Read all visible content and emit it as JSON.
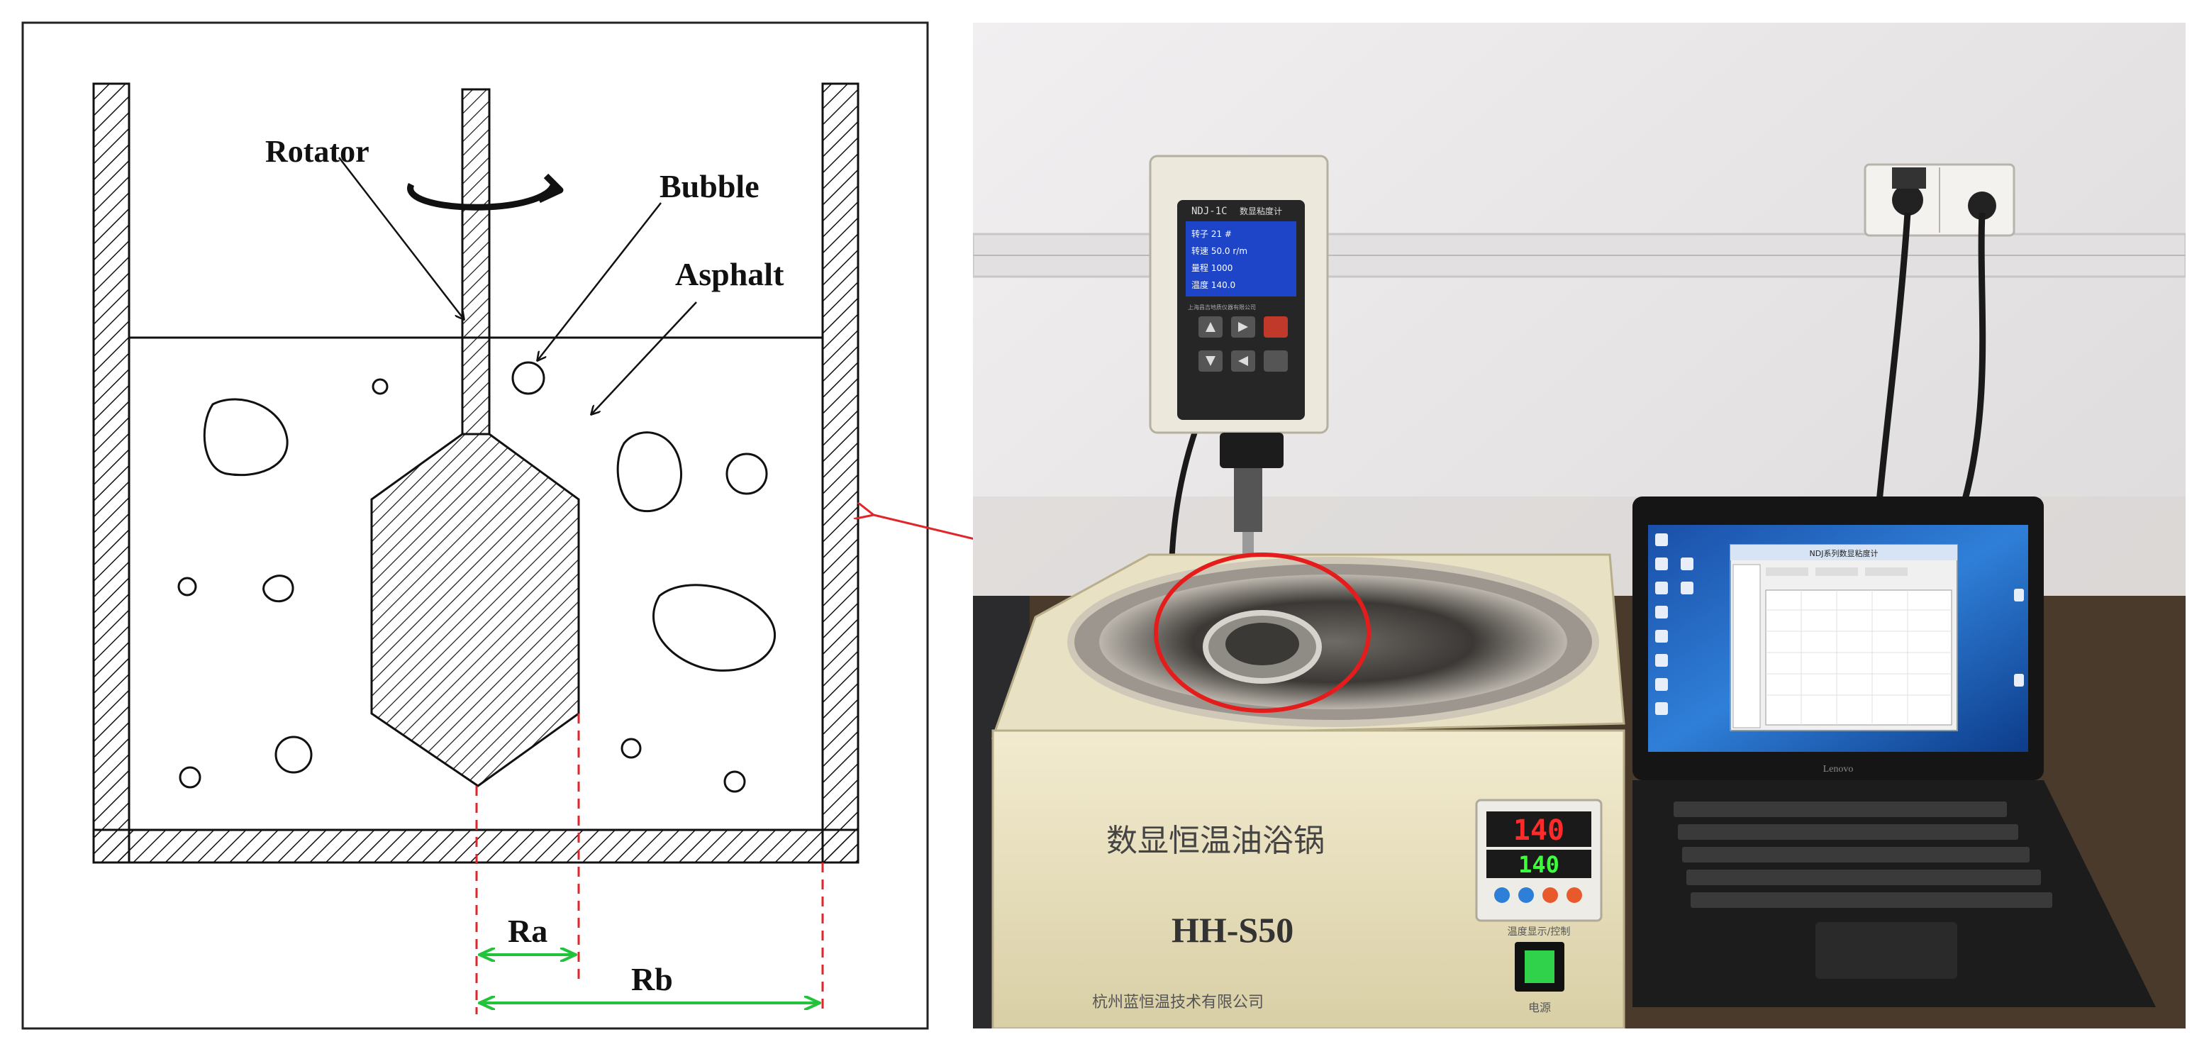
{
  "labels": {
    "rotator": "Rotator",
    "bubble": "Bubble",
    "asphalt": "Asphalt",
    "ra": "Ra",
    "rb": "Rb"
  },
  "photo": {
    "viscometer_model": "NDJ-1C",
    "viscometer_title": "数显粘度计",
    "viscometer_rows": [
      "转子  21 #",
      "转速  50.0 r/m",
      "量程  1000",
      "温度  140.0"
    ],
    "viscometer_maker": "上海昌吉地质仪器有限公司",
    "bath_name": "数显恒温油浴锅",
    "bath_model": "HH-S50",
    "bath_company": "杭州蓝恒温技术有限公司",
    "temp_set": "140",
    "temp_actual": "140",
    "power_label": "电源",
    "controller_label": "温度显示/控制",
    "laptop_brand": "Lenovo",
    "software_title": "NDJ系列数显粘度计"
  },
  "colors": {
    "hatch": "#111111",
    "dim_line": "#e0262a",
    "dim_arrow": "#22c33a",
    "circle": "#e41c1c",
    "wall": "#eceaeb",
    "bath": "#ece4c4"
  }
}
